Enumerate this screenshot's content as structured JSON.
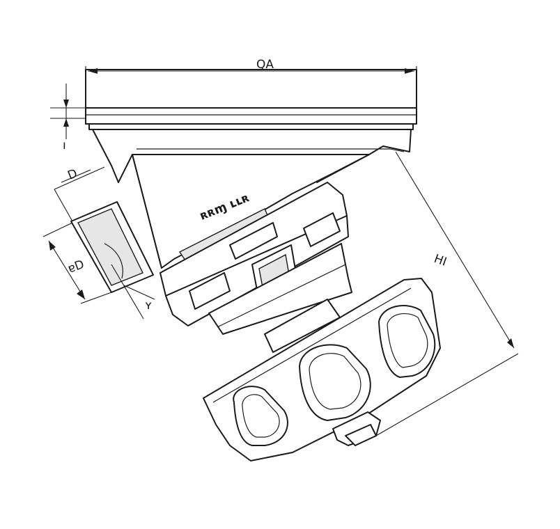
{
  "drawing": {
    "brand_text": "ʀʀɱ ʟʟʀ",
    "dimension_labels": {
      "width_top": "QA",
      "side_upper": "D",
      "side_lower": "ɐD",
      "small_bottom": "ʏ",
      "height_right": "ΗΙ",
      "top_left_tick": "ı"
    }
  }
}
